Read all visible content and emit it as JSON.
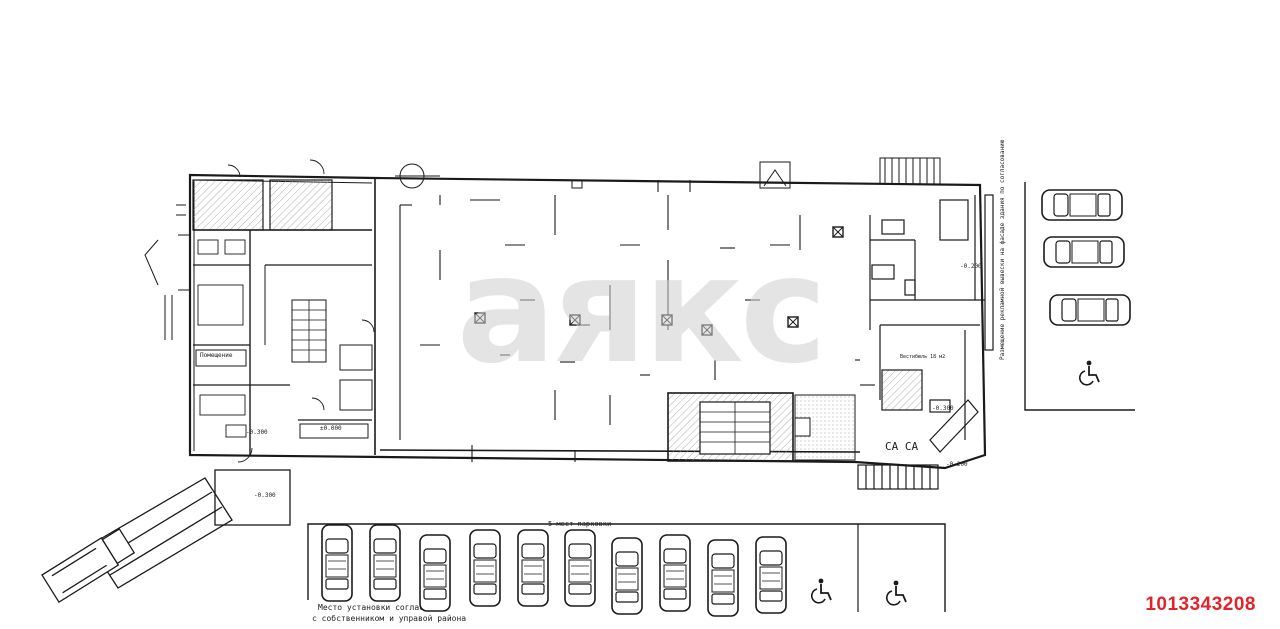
{
  "watermark": {
    "text": "аякс"
  },
  "listing": {
    "id": "1013343208"
  },
  "plan": {
    "room_labels": [
      "Помещение",
      "Вестибюль 18 м2"
    ],
    "elevation_marks": [
      "-0.300",
      "-0.300",
      "-0.300",
      "-0.200",
      "±0.000",
      "-0.200"
    ],
    "accessible_room_label": "СА СА",
    "column_marks_count": 6,
    "notes": {
      "parking_top": "5 мест парковки",
      "parking_bottom_1": "Место установки согласовано",
      "parking_bottom_2": "с собственником и управой района",
      "vertical_right": "Размещение рекламной вывески на фасаде здания по согласованию"
    }
  },
  "parking": {
    "right_lot_cars": 3,
    "bottom_lot_cars": 10,
    "accessible_spaces": 3
  },
  "colors": {
    "accent_id": "#e0242b",
    "line": "#1a1a1a",
    "watermark": "#cfcfcf"
  }
}
